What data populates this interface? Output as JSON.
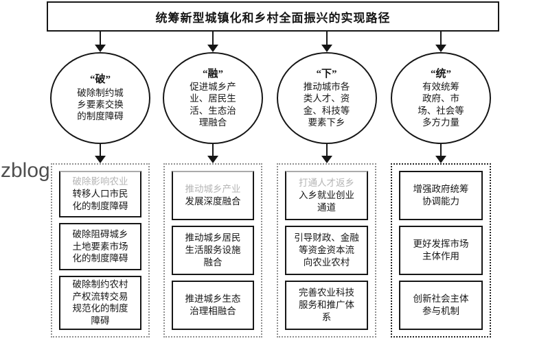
{
  "title": "统筹新型城镇化和乡村全面振兴的实现路径",
  "watermark": "zblog",
  "colors": {
    "line": "#161616",
    "faded_text": "#b5b5b5",
    "container_border_light": "#8f8f8f",
    "container_border_dark": "#222222",
    "watermark_color": "#4f4f4f",
    "background": "#ffffff"
  },
  "columns": [
    {
      "circle": {
        "keyword": "“破”",
        "desc": "破除制约城\n乡要素交换\n的制度障碍"
      },
      "boxes": [
        {
          "faded": "破除影响农业",
          "text": "转移人口市民\n化的制度障碍"
        },
        {
          "text": "破除阻碍城乡\n土地要素市场\n化的制度障碍"
        },
        {
          "text": "破除制约农村\n产权流转交易\n规范化的制度\n障碍"
        }
      ]
    },
    {
      "circle": {
        "keyword": "“融”",
        "desc": "促进城乡产\n业、居民生\n活、生态治\n理融合"
      },
      "boxes": [
        {
          "faded": "推动城乡产业",
          "text": "发展深度融合"
        },
        {
          "text": "推动城乡居民\n生活服务设施\n融合"
        },
        {
          "text": "推进城乡生态\n治理相融合"
        }
      ]
    },
    {
      "circle": {
        "keyword": "“下”",
        "desc": "推动城市各\n类人才、资\n金、科技等\n要素下乡"
      },
      "boxes": [
        {
          "faded": "打通人才返乡",
          "text": "入乡就业创业\n通道"
        },
        {
          "text": "引导财政、金融\n等资金资本流\n向农业农村"
        },
        {
          "text": "完善农业科技\n服务和推广体\n系"
        }
      ]
    },
    {
      "circle": {
        "keyword": "“统”",
        "desc": "有效统筹\n政府、市\n场、社会等\n多方力量"
      },
      "boxes": [
        {
          "text": "增强政府统筹\n协调能力"
        },
        {
          "text": "更好发挥市场\n主体作用"
        },
        {
          "text": "创新社会主体\n参与机制"
        }
      ]
    }
  ]
}
